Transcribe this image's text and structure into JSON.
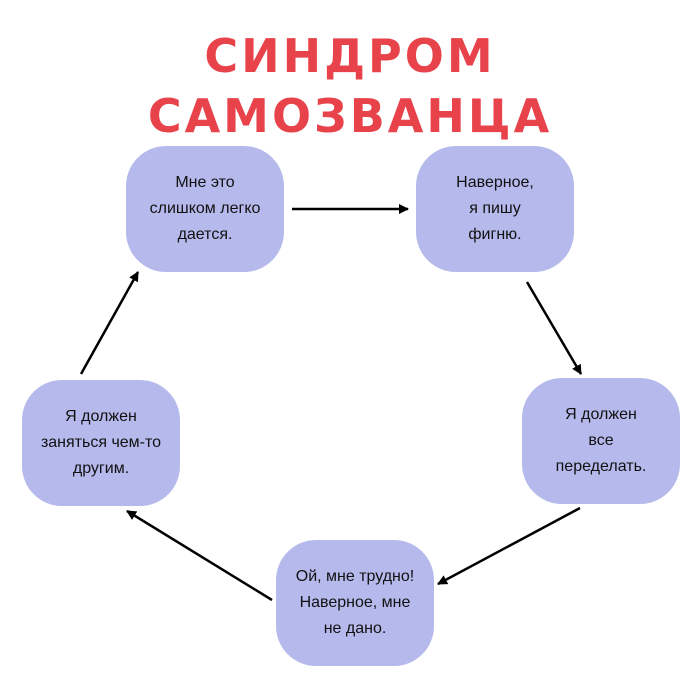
{
  "title": "СИНДРОМ САМОЗВАНЦА",
  "colors": {
    "title": "#e8424b",
    "node_fill": "#b6b9ec",
    "arrow": "#000000",
    "text": "#111111"
  },
  "nodes": [
    {
      "text": "Мне это\nслишком легко\nдается."
    },
    {
      "text": "Наверное,\nя пишу\nфигню."
    },
    {
      "text": "Я должен\nвсе\nпеределать."
    },
    {
      "text": "Ой, мне трудно!\nНаверное, мне\nне дано."
    },
    {
      "text": "Я должен\nзаняться чем-то\nдругим."
    }
  ],
  "edges": [
    {
      "from": 0,
      "to": 1
    },
    {
      "from": 1,
      "to": 2
    },
    {
      "from": 2,
      "to": 3
    },
    {
      "from": 3,
      "to": 4
    },
    {
      "from": 4,
      "to": 0
    }
  ]
}
